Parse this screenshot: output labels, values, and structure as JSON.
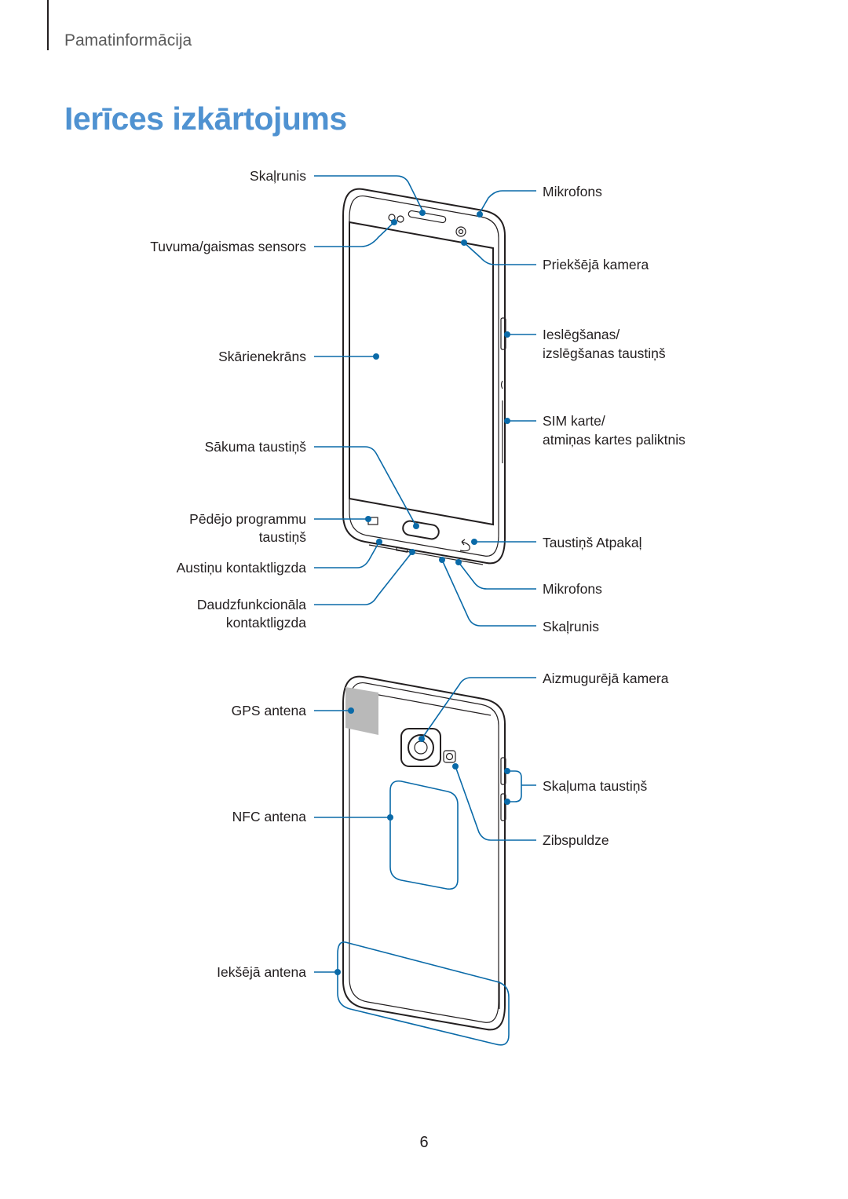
{
  "header": {
    "section": "Pamatinformācija"
  },
  "title": "Ierīces izkārtojums",
  "front_labels": {
    "speaker_top": "Skaļrunis",
    "proximity_sensor": "Tuvuma/gaismas sensors",
    "touchscreen": "Skārienekrāns",
    "home_key_1": "Sākuma taustiņš",
    "recent_apps_1": "Pēdējo programmu",
    "recent_apps_2": "taustiņš",
    "earphone_jack": "Austiņu kontaktligzda",
    "multipurpose_jack_1": "Daudzfunkcionāla",
    "multipurpose_jack_2": "kontaktligzda",
    "mic_top": "Mikrofons",
    "front_camera": "Priekšējā kamera",
    "power_key_1": "Ieslēgšanas/",
    "power_key_2": "izslēgšanas taustiņš",
    "sim_tray_1": "SIM karte/",
    "sim_tray_2": "atmiņas kartes paliktnis",
    "back_key": "Taustiņš Atpakaļ",
    "mic_bottom": "Mikrofons",
    "speaker_bottom": "Skaļrunis"
  },
  "back_labels": {
    "gps_antenna": "GPS antena",
    "nfc_antenna": "NFC antena",
    "main_antenna": "Iekšējā antena",
    "rear_camera": "Aizmugurējā kamera",
    "volume_key": "Skaļuma taustiņš",
    "flash": "Zibspuldze"
  },
  "page_number": "6",
  "colors": {
    "title": "#4f92d1",
    "callout": "#0a6aa8",
    "outline": "#231f20"
  }
}
